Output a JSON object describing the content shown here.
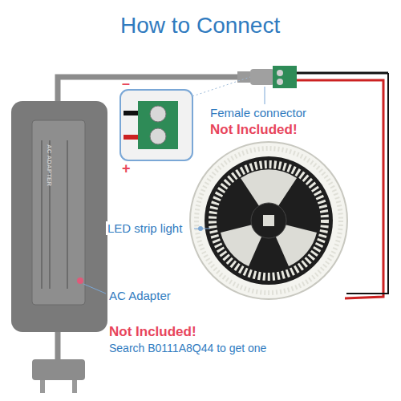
{
  "diagram": {
    "title": "How to Connect",
    "labels": [
      "Female connector",
      "Not Included!",
      "LED strip light",
      "AC Adapter",
      "Not Included!",
      "Search B0111A8Q44 to get one",
      "–",
      "+",
      "AC ADAPTER"
    ]
  }
}
